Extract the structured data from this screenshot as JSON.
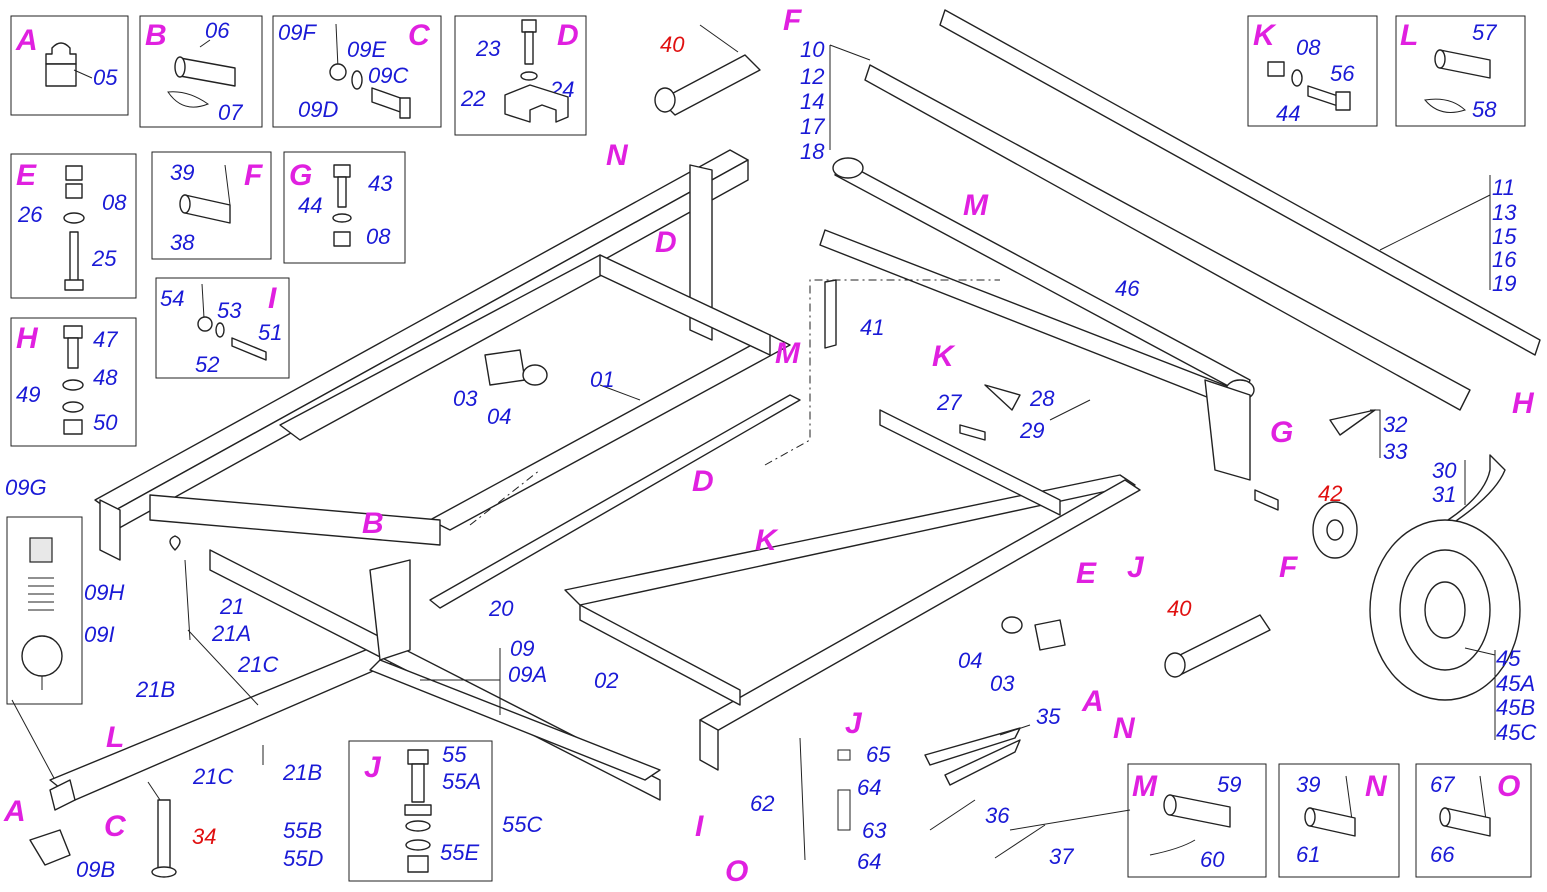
{
  "colors": {
    "number": "#1a1ad6",
    "highlight_number": "#e01010",
    "letter": "#e020e0",
    "line": "#222222"
  },
  "insets": [
    {
      "id": "A",
      "letter": "A",
      "parts": [
        "05"
      ]
    },
    {
      "id": "B",
      "letter": "B",
      "parts": [
        "06",
        "07"
      ]
    },
    {
      "id": "C",
      "letter": "C",
      "parts": [
        "09F",
        "09E",
        "09C",
        "09D"
      ]
    },
    {
      "id": "D",
      "letter": "D",
      "parts": [
        "23",
        "24",
        "22"
      ]
    },
    {
      "id": "E",
      "letter": "E",
      "parts": [
        "08",
        "26",
        "25"
      ]
    },
    {
      "id": "F",
      "letter": "F",
      "parts": [
        "39",
        "38"
      ]
    },
    {
      "id": "G",
      "letter": "G",
      "parts": [
        "43",
        "44",
        "08"
      ]
    },
    {
      "id": "H",
      "letter": "H",
      "parts": [
        "47",
        "48",
        "49",
        "50"
      ]
    },
    {
      "id": "I",
      "letter": "I",
      "parts": [
        "54",
        "53",
        "51",
        "52"
      ]
    },
    {
      "id": "J",
      "letter": "J",
      "parts": [
        "55",
        "55A",
        "55B",
        "55C",
        "55D",
        "55E"
      ]
    },
    {
      "id": "K",
      "letter": "K",
      "parts": [
        "08",
        "56",
        "44"
      ]
    },
    {
      "id": "L",
      "letter": "L",
      "parts": [
        "57",
        "58"
      ]
    },
    {
      "id": "M",
      "letter": "M",
      "parts": [
        "59",
        "60"
      ]
    },
    {
      "id": "N",
      "letter": "N",
      "parts": [
        "39",
        "61"
      ]
    },
    {
      "id": "O",
      "letter": "O",
      "parts": [
        "67",
        "66"
      ]
    },
    {
      "id": "spring",
      "letter": "",
      "parts": [
        "09G",
        "09H",
        "09I"
      ]
    }
  ],
  "callouts": {
    "c40a": "40",
    "cFa": "F",
    "cNa": "N",
    "c10": "10",
    "c12": "12",
    "c14": "14",
    "c17": "17",
    "c18": "18",
    "c11": "11",
    "c13": "13",
    "c15": "15",
    "c16": "16",
    "c19": "19",
    "cDa": "D",
    "cM1": "M",
    "c46": "46",
    "c41": "41",
    "cMb": "M",
    "c01": "01",
    "c03a": "03",
    "c04a": "04",
    "cKa": "K",
    "c27": "27",
    "c28": "28",
    "c29": "29",
    "cG": "G",
    "c32": "32",
    "c33": "33",
    "cH": "H",
    "c30": "30",
    "c31": "31",
    "c42": "42",
    "cDb": "D",
    "cKb": "K",
    "cJa": "J",
    "cB": "B",
    "c20": "20",
    "c21": "21",
    "c21A": "21A",
    "c21C": "21C",
    "c21B": "21B",
    "c09": "09",
    "c09A": "09A",
    "c02": "02",
    "cE": "E",
    "cFb": "F",
    "c40b": "40",
    "c04b": "04",
    "c03b": "03",
    "cAb": "A",
    "cNb": "N",
    "cJb": "J",
    "c45": "45",
    "c45A": "45A",
    "c45B": "45B",
    "c45C": "45C",
    "c35": "35",
    "c65": "65",
    "c64a": "64",
    "c63": "63",
    "c64b": "64",
    "c62": "62",
    "cOb": "O",
    "c36": "36",
    "c37": "37",
    "cI": "I",
    "cL": "L",
    "cAa": "A",
    "cC": "C",
    "c09B": "09B",
    "c21Cb": "21C",
    "c21Bb": "21B",
    "c34": "34"
  }
}
